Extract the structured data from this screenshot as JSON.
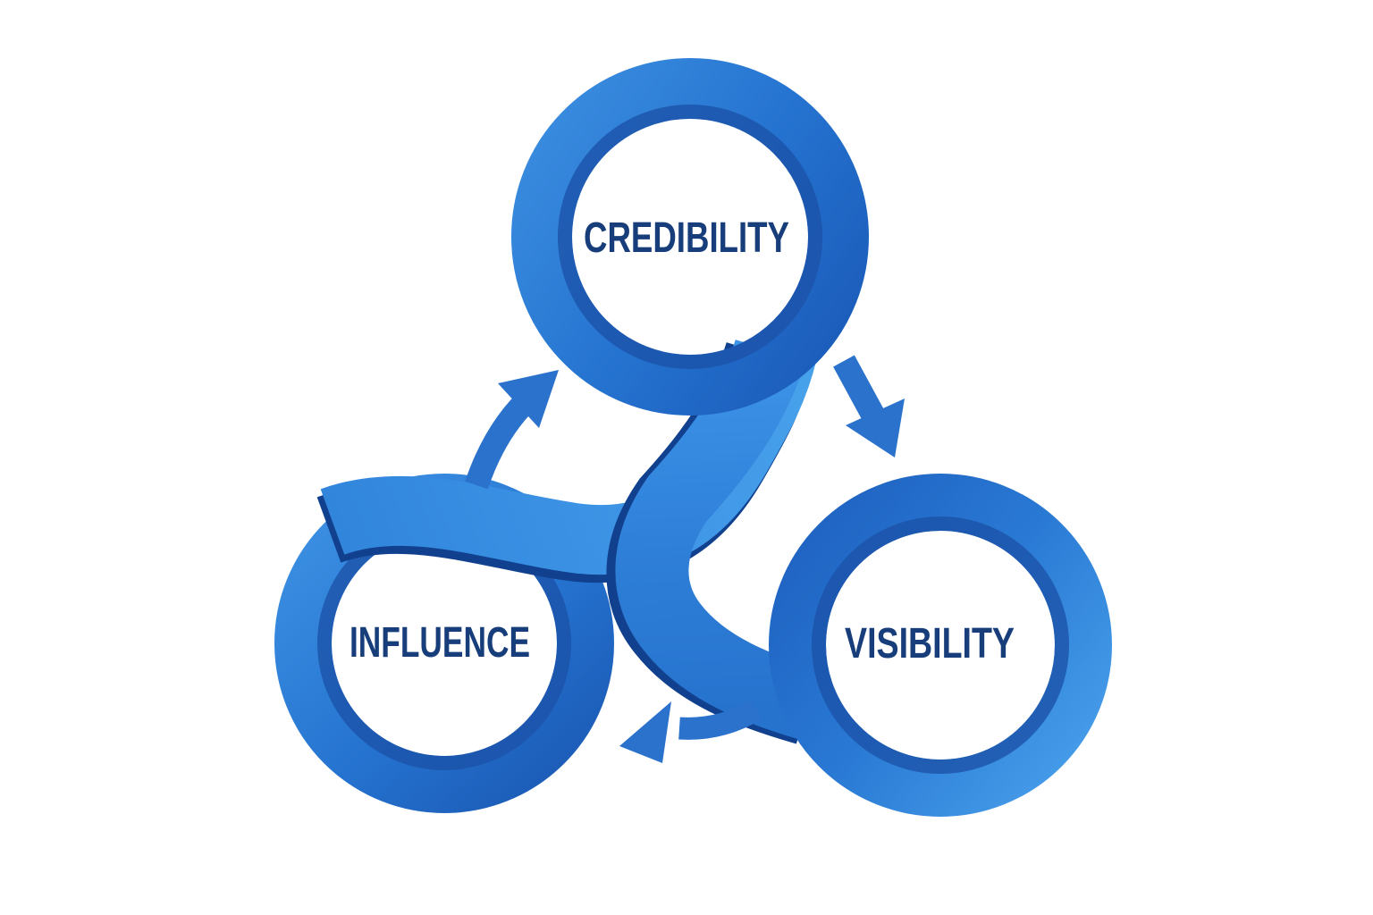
{
  "diagram": {
    "type": "cycle",
    "nodes": [
      {
        "id": "credibility",
        "label": "CREDIBILITY"
      },
      {
        "id": "influence",
        "label": "INFLUENCE"
      },
      {
        "id": "visibility",
        "label": "VISIBILITY"
      }
    ],
    "edges": [
      {
        "from": "credibility",
        "to": "visibility"
      },
      {
        "from": "visibility",
        "to": "influence"
      },
      {
        "from": "influence",
        "to": "credibility"
      }
    ],
    "colors": {
      "ribbon_light": "#47A0EA",
      "ribbon_mid": "#2B7CD4",
      "ribbon_dark": "#1A57B2",
      "ribbon_shadow": "#11418E",
      "bevel": "#1B53A9",
      "arrow": "#2B72CC",
      "label_text": "#173E7A",
      "background": "#FFFFFF"
    }
  }
}
